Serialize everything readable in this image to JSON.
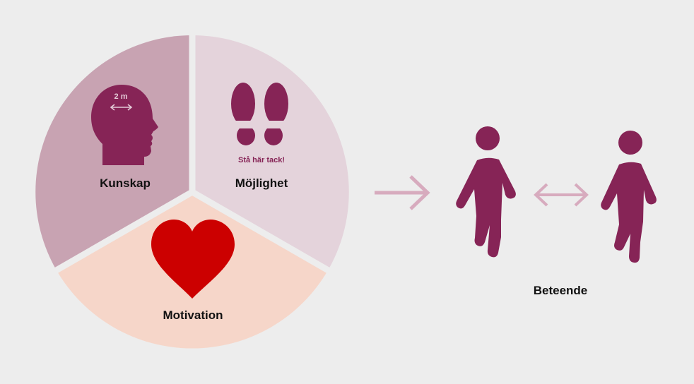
{
  "diagram": {
    "segments": {
      "knowledge": {
        "label": "Kunskap",
        "color": "#c8a3b2"
      },
      "opportunity": {
        "label": "Möjlighet",
        "color": "#e4d3db"
      },
      "motivation": {
        "label": "Motivation",
        "color": "#f6d6c9"
      }
    },
    "head_icon": {
      "distance_text": "2 m",
      "icon": "head-distance-icon"
    },
    "footprints_icon": {
      "sign_text": "Stå här tack!",
      "icon": "footprints-icon"
    },
    "heart_icon": {
      "icon": "heart-icon",
      "color": "#cc0000"
    },
    "outcome": {
      "label": "Beteende"
    },
    "colors": {
      "accent": "#862456",
      "arrow": "#d7abbe",
      "background": "#ededed",
      "divider": "#ededed"
    }
  }
}
